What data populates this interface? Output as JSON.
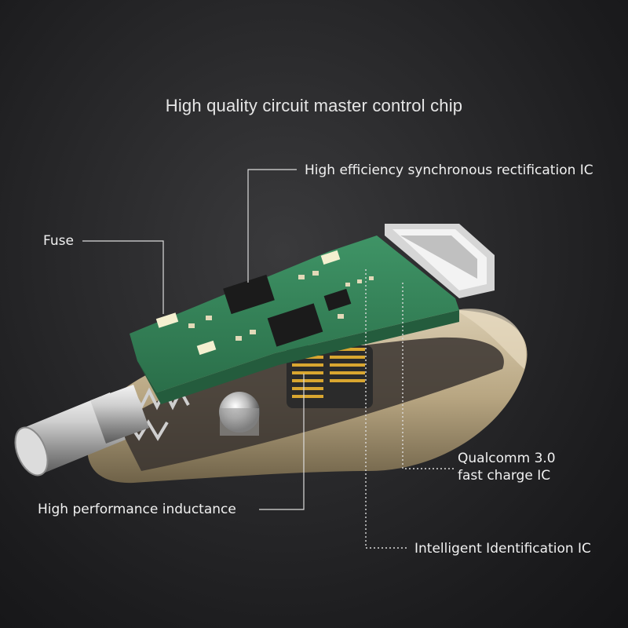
{
  "title": "High quality circuit master control chip",
  "labels": {
    "rectification": "High efficiency synchronous rectification IC",
    "fuse": "Fuse",
    "qualcomm_line1": "Qualcomm 3.0",
    "qualcomm_line2": "fast charge IC",
    "inductance": "High performance inductance",
    "identification": "Intelligent Identification IC"
  },
  "colors": {
    "background": "#232325",
    "pcb": "#2f7f55",
    "housing": "#b9a98a",
    "text": "#f1f1f1"
  }
}
